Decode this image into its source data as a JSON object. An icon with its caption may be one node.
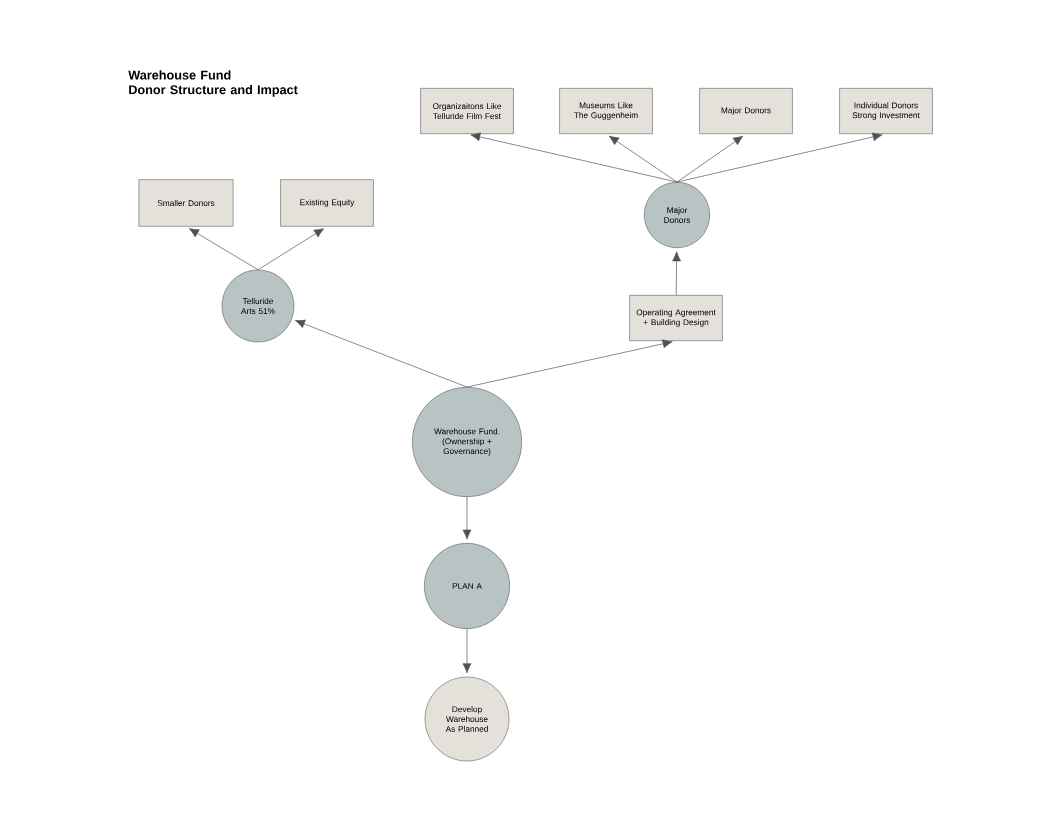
{
  "diagram": {
    "title": "Warehouse Fund Donor Structure and Impact",
    "nodes": [
      {
        "text": [
          "Organizaitons Like Telluride Film Fest"
        ]
      },
      {
        "text": [
          "Museums Like The Guggenheim"
        ]
      },
      {
        "text": [
          "Major Donors"
        ]
      },
      {
        "text": [
          "Individual Donors Strong Investment"
        ]
      },
      {
        "text": [
          "Smaller Donors"
        ]
      },
      {
        "text": [
          "Existing Equity"
        ]
      },
      {
        "text": [
          "Major Donors"
        ]
      },
      {
        "text": [
          "Telluride Arts 51%"
        ]
      },
      {
        "text": [
          "Operating Agreement + Building Design"
        ]
      },
      {
        "text": [
          "Warehouse Fund. (Ownership + Governance)"
        ]
      },
      {
        "text": [
          "PLAN A"
        ]
      },
      {
        "text": [
          "Develop Warehouse As Planned"
        ]
      }
    ],
    "edges": [
      {
        "from": 9,
        "to": 7,
        "arrow": "to"
      },
      {
        "from": 9,
        "to": 8,
        "arrow": "to"
      },
      {
        "from": 9,
        "to": 10,
        "arrow": "to"
      },
      {
        "from": 10,
        "to": 11,
        "arrow": "to"
      },
      {
        "from": 8,
        "to": 6,
        "arrow": "to"
      },
      {
        "from": 6,
        "to": 0,
        "arrow": "to"
      },
      {
        "from": 6,
        "to": 1,
        "arrow": "to"
      },
      {
        "from": 6,
        "to": 2,
        "arrow": "to"
      },
      {
        "from": 6,
        "to": 3,
        "arrow": "to"
      },
      {
        "from": 7,
        "to": 4,
        "arrow": "to"
      },
      {
        "from": 7,
        "to": 5,
        "arrow": "to"
      }
    ]
  }
}
